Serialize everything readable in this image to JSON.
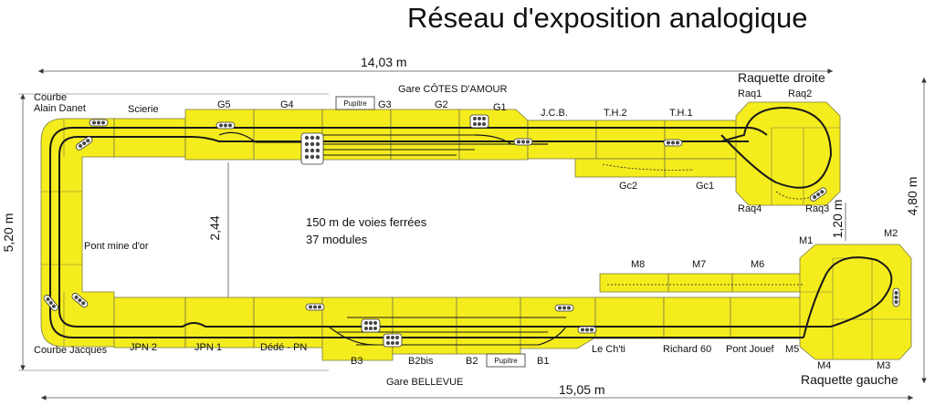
{
  "title": "Réseau d'exposition analogique",
  "dimensions": {
    "top_width": "14,03 m",
    "bottom_width": "15,05 m",
    "left_height": "5,20 m",
    "right_height": "4,80 m",
    "inner_height": "2,44",
    "gap_height": "1,20 m"
  },
  "info": {
    "tracks": "150 m de voies ferrées",
    "modules": "37 modules"
  },
  "stations": {
    "top": "Gare CÔTES D'AMOUR",
    "bottom": "Gare  BELLEVUE",
    "pupitre_top": "Pupitre",
    "pupitre_bottom": "Pupitre"
  },
  "labels_top": {
    "courbe_line1": "Courbe",
    "courbe_line2": "Alain Danet",
    "scierie": "Scierie",
    "g5": "G5",
    "g4": "G4",
    "g3": "G3",
    "g2": "G2",
    "g1": "G1",
    "jcb": "J.C.B.",
    "th2": "T.H.2",
    "th1": "T.H.1",
    "gc2": "Gc2",
    "gc1": "Gc1"
  },
  "labels_raquette_droite": {
    "name": "Raquette droite",
    "raq1": "Raq1",
    "raq2": "Raq2",
    "raq3": "Raq3",
    "raq4": "Raq4"
  },
  "labels_left": {
    "pont_mine": "Pont mine d'or"
  },
  "labels_bottom": {
    "courbe_jacques": "Courbe Jacques",
    "jpn2": "JPN 2",
    "jpn1": "JPN 1",
    "dede": "Dédé - PN",
    "b3": "B3",
    "b2bis": "B2bis",
    "b2": "B2",
    "b1": "B1",
    "lechti": "Le Ch'ti",
    "richard": "Richard 60",
    "pontjouef": "Pont Jouef",
    "m5": "M5"
  },
  "labels_raquette_gauche": {
    "name": "Raquette gauche",
    "m1": "M1",
    "m2": "M2",
    "m3": "M3",
    "m4": "M4",
    "m6": "M6",
    "m7": "M7",
    "m8": "M8"
  },
  "colors": {
    "module_fill": "#f5ec1e",
    "module_stroke": "#7a7a40",
    "track": "#1a1a1a",
    "signal": "#444444"
  }
}
